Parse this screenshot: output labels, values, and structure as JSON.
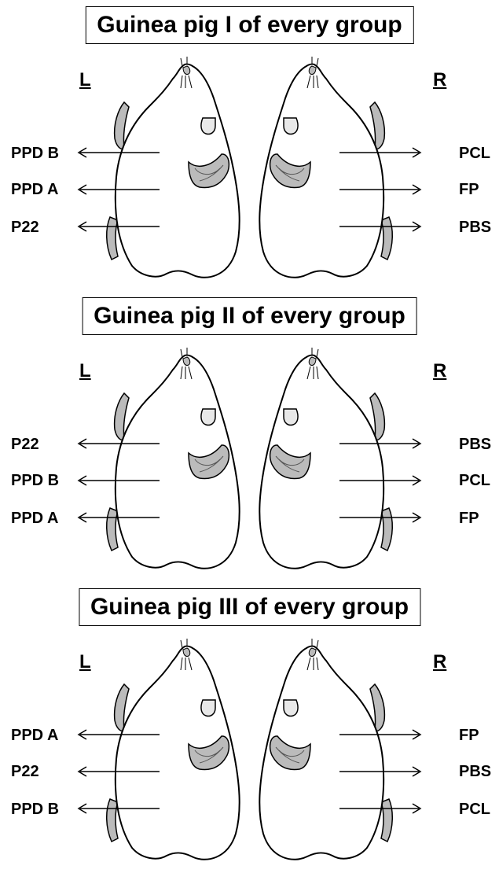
{
  "panels": [
    {
      "title": "Guinea pig I of every group",
      "left_side": "L",
      "right_side": "R",
      "left_labels": [
        "PPD B",
        "PPD A",
        "P22"
      ],
      "right_labels": [
        "PCL",
        "FP",
        "PBS"
      ]
    },
    {
      "title": "Guinea pig II of every group",
      "left_side": "L",
      "right_side": "R",
      "left_labels": [
        "P22",
        "PPD B",
        "PPD A"
      ],
      "right_labels": [
        "PBS",
        "PCL",
        "FP"
      ]
    },
    {
      "title": "Guinea pig III of every group",
      "left_side": "L",
      "right_side": "R",
      "left_labels": [
        "PPD A",
        "P22",
        "PPD B"
      ],
      "right_labels": [
        "FP",
        "PBS",
        "PCL"
      ]
    }
  ],
  "colors": {
    "body_fill": "#ffffff",
    "feature_fill": "#bbbbbb",
    "stroke": "#000000"
  }
}
